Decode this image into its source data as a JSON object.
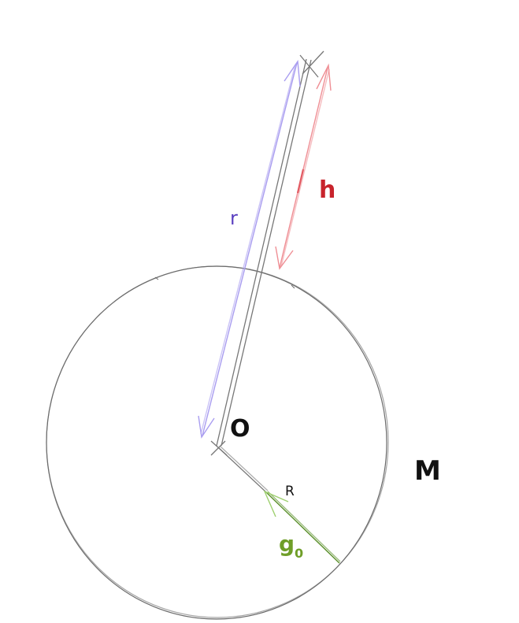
{
  "labels": {
    "radius_r": "r",
    "height_h": "h",
    "origin": "O",
    "planet_radius": "R",
    "gravity": "g",
    "gravity_subscript": "0",
    "mass": "M"
  },
  "colors": {
    "circle": "#6b6b6b",
    "r_arrow": "#a99df0",
    "r_label": "#5a3fc0",
    "h_arrow": "#ef8f95",
    "h_label": "#c8242c",
    "g_line": "#5a8f2a",
    "g_label": "#6f9e28",
    "text": "#111111"
  }
}
